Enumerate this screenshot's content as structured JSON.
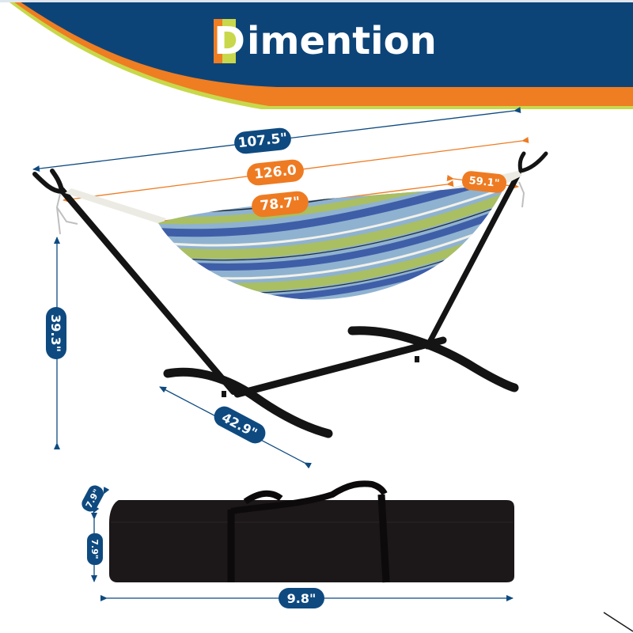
{
  "header": {
    "title_initial": "D",
    "title_rest": "imention",
    "colors": {
      "banner": "#0d4478",
      "accent_orange": "#ef7d22",
      "accent_green": "#c8d84a"
    }
  },
  "dimensions": {
    "frame_length": "107.5\"",
    "total_length": "126.0",
    "bed_length": "78.7\"",
    "bed_width": "59.1\"",
    "height": "39.3\"",
    "base_width": "42.9\"",
    "bag_depth": "7.9\"",
    "bag_height": "7.9\"",
    "bag_length": "9.8\""
  },
  "colors": {
    "dimension_blue": "#0e4a80",
    "dimension_orange": "#ee7b22",
    "stand": "#141414",
    "bag": "#1c1718",
    "stripe_blue": "#3f5ea8",
    "stripe_light_blue": "#8fb2d0",
    "stripe_green": "#a9bf62",
    "stripe_white": "#f1f1ea"
  }
}
